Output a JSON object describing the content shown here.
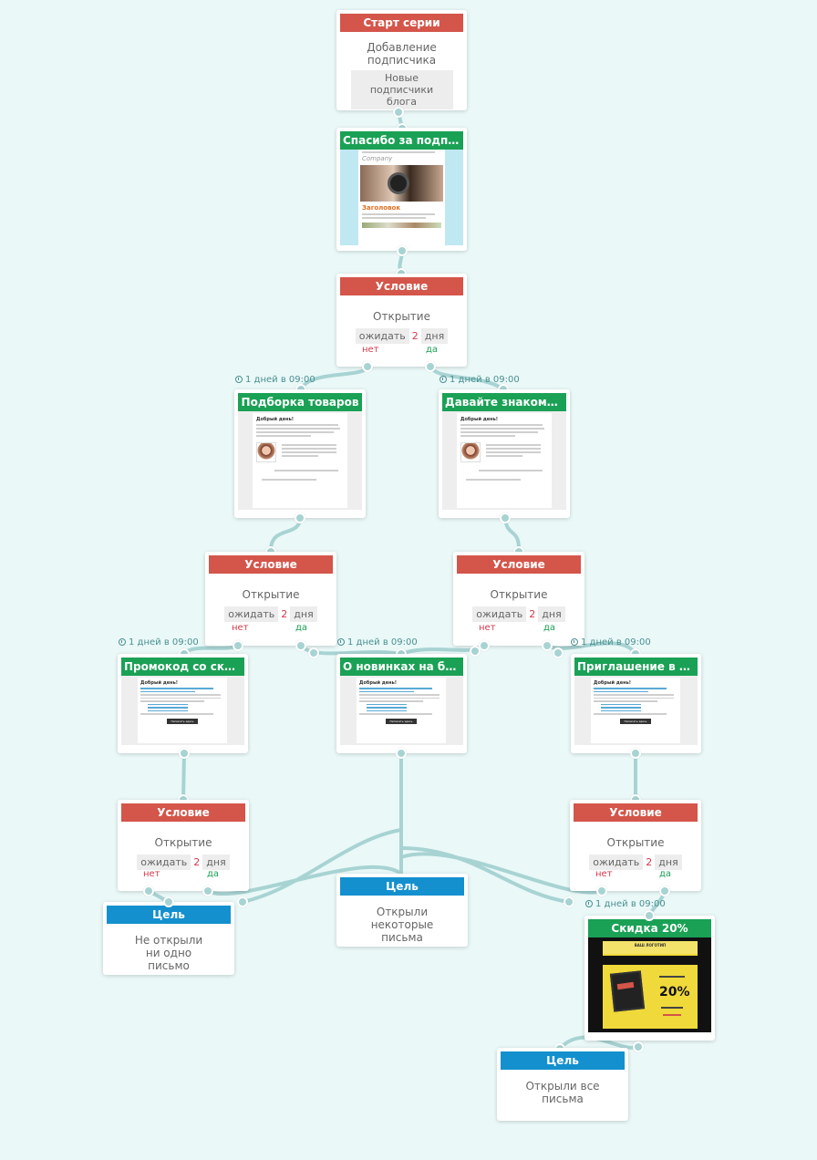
{
  "nodes": {
    "start": {
      "title": "Старт серии",
      "text": "Добавление подписчика",
      "chip": "Новые подписчики блога"
    },
    "thanks": {
      "title": "Спасибо за подписку",
      "company": "Company",
      "heading": "Заголовок"
    },
    "cond1": {
      "title": "Условие",
      "text": "Открытие",
      "wait": "ожидать",
      "num": "2",
      "unit": "дня",
      "no": "нет",
      "yes": "да"
    },
    "collection": {
      "title": "Подборка товаров",
      "greeting": "Добрый день!"
    },
    "acquaint": {
      "title": "Давайте знакомиться",
      "greeting": "Добрый день!"
    },
    "cond2": {
      "title": "Условие",
      "text": "Открытие",
      "wait": "ожидать",
      "num": "2",
      "unit": "дня",
      "no": "нет",
      "yes": "да"
    },
    "cond3": {
      "title": "Условие",
      "text": "Открытие",
      "wait": "ожидать",
      "num": "2",
      "unit": "дня",
      "no": "нет",
      "yes": "да"
    },
    "promo": {
      "title": "Промокод со скидкой",
      "greeting": "Добрый день!",
      "button": "Написать здесь"
    },
    "news": {
      "title": "О новинках на блоге",
      "greeting": "Добрый день!",
      "button": "Написать здесь"
    },
    "invite": {
      "title": "Приглашение в соц...",
      "greeting": "Добрый день!",
      "button": "Написать здесь"
    },
    "cond4": {
      "title": "Условие",
      "text": "Открытие",
      "wait": "ожидать",
      "num": "2",
      "unit": "дня",
      "no": "нет",
      "yes": "да"
    },
    "cond5": {
      "title": "Условие",
      "text": "Открытие",
      "wait": "ожидать",
      "num": "2",
      "unit": "дня",
      "no": "нет",
      "yes": "да"
    },
    "goal1": {
      "title": "Цель",
      "text": "Не открыли ни одно письмо"
    },
    "goal2": {
      "title": "Цель",
      "text": "Открыли некоторые письма"
    },
    "discount": {
      "title": "Скидка 20%",
      "logo": "ВАШ ЛОГОТИП",
      "big": "20%"
    },
    "goal3": {
      "title": "Цель",
      "text": "Открыли все письма"
    }
  },
  "delays": {
    "d1": "1 дней в 09:00",
    "d2": "1 дней в 09:00",
    "d3": "1 дней в 09:00",
    "d4": "1 дней в 09:00",
    "d5": "1 дней в 09:00",
    "d6": "1 дней в 09:00"
  },
  "colors": {
    "condition": "#d4554a",
    "email": "#1aa155",
    "goal": "#1490cf",
    "wire": "#a8d3d3",
    "background": "#eaf8f8"
  }
}
